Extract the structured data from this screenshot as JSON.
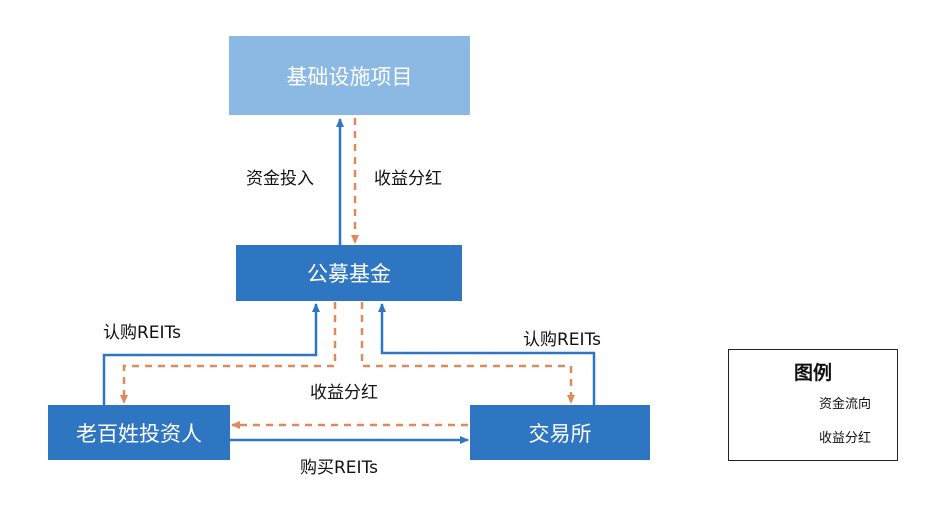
{
  "nodes": {
    "infrastructure": "基础设施项目",
    "fund": "公募基金",
    "investor": "老百姓投资人",
    "exchange": "交易所"
  },
  "edge_labels": {
    "capital_in": "资金投入",
    "dividend_top": "收益分红",
    "subscribe_left": "认购REITs",
    "subscribe_right": "认购REITs",
    "dividend_mid": "收益分红",
    "buy": "购买REITs"
  },
  "legend": {
    "title": "图例",
    "capital_flow": "资金流向",
    "dividend": "收益分红"
  },
  "colors": {
    "top_node": "#8cb8e4",
    "node": "#2e75c2",
    "capital_flow": "#2e75c2",
    "dividend": "#de8a5a"
  }
}
